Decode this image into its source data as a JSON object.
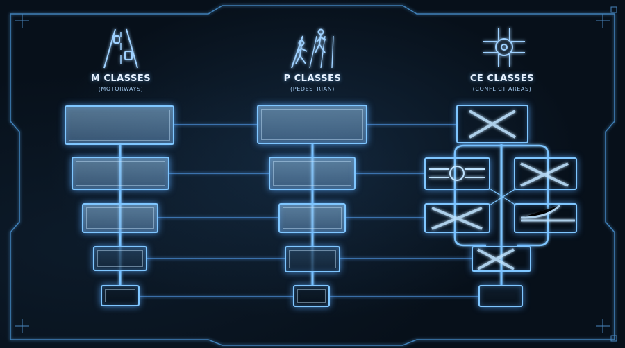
{
  "columns": [
    {
      "id": "m",
      "title": "M CLASSES",
      "subtitle": "(MOTORWAYS)",
      "icon": "motorway-road-icon"
    },
    {
      "id": "p",
      "title": "P CLASSES",
      "subtitle": "(PEDESTRIAN)",
      "icon": "pedestrian-crossing-icon"
    },
    {
      "id": "ce",
      "title": "CE CLASSES",
      "subtitle": "(CONFLICT AREAS)",
      "icon": "roundabout-intersection-icon"
    }
  ],
  "colors": {
    "glow": "#7fc6ff",
    "line": "#5aa9ff",
    "background": "#07101a"
  }
}
